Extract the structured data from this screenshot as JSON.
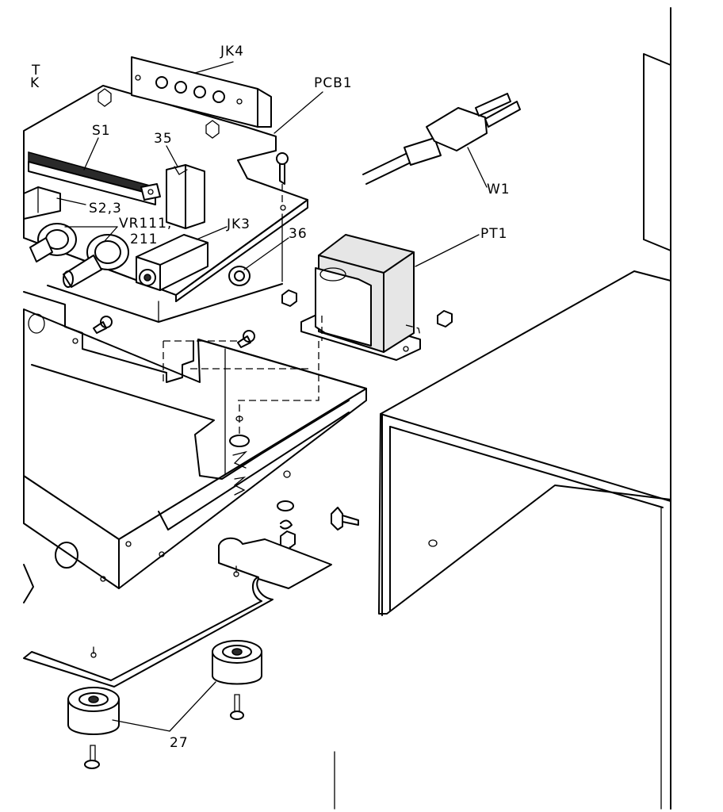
{
  "labels": {
    "jk4": "JK4",
    "pcb1": "PCB1",
    "s1": "S1",
    "n35": "35",
    "s23": "S2,3",
    "vr111": "VR111,",
    "n211": "211",
    "jk3": "JK3",
    "n36": "36",
    "w1": "W1",
    "pt1": "PT1",
    "n27": "27",
    "corner_t": "T",
    "corner_k": "K"
  }
}
